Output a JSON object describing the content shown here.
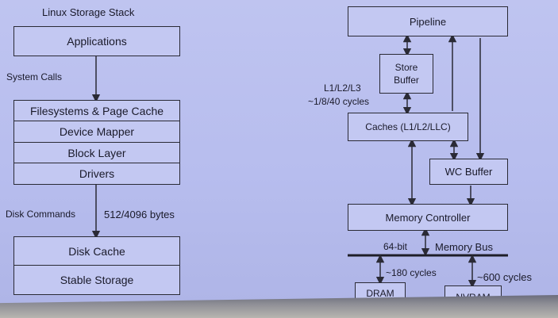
{
  "left": {
    "title": "Linux Storage Stack",
    "applications": "Applications",
    "system_calls": "System Calls",
    "layers": [
      "Filesystems & Page Cache",
      "Device Mapper",
      "Block Layer",
      "Drivers"
    ],
    "disk_commands": "Disk Commands",
    "disk_bytes": "512/4096 bytes",
    "disk_cache": "Disk Cache",
    "stable_storage": "Stable Storage"
  },
  "right": {
    "pipeline": "Pipeline",
    "store_buffer_1": "Store",
    "store_buffer_2": "Buffer",
    "latency_1": "L1/L2/L3",
    "latency_2": "~1/8/40 cycles",
    "caches": "Caches (L1/L2/LLC)",
    "wc_buffer": "WC Buffer",
    "memory_controller": "Memory Controller",
    "bus_width": "64-bit",
    "memory_bus": "Memory Bus",
    "dram_latency": "~180 cycles",
    "nvram_latency": "~600 cycles",
    "dram": "DRAM",
    "nvram": "NVRAM"
  },
  "colors": {
    "background": "#b6bcec",
    "line": "#2a2a35"
  }
}
